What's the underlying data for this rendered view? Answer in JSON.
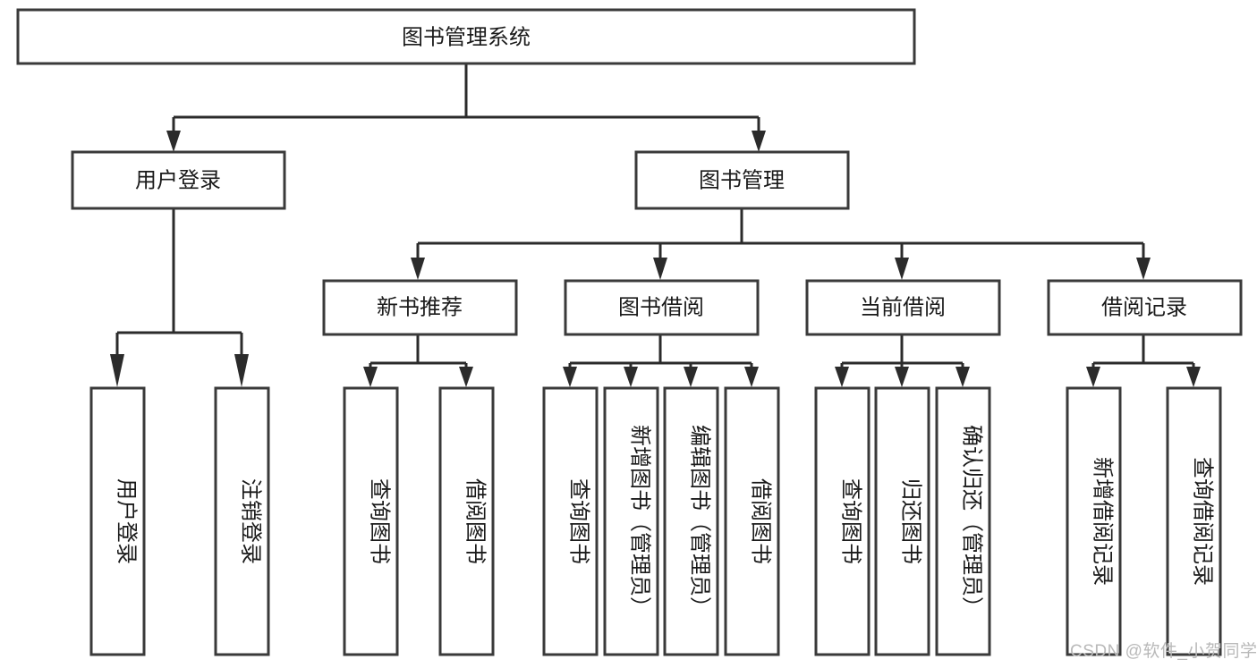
{
  "diagram": {
    "type": "tree",
    "title": "图书管理系统",
    "orientation": "top-down",
    "background_color": "#ffffff",
    "box_stroke_color": "#3a3a3a",
    "connector_color": "#2b2b2b",
    "text_color": "#1a1a1a"
  },
  "nodes": {
    "root": {
      "label": "图书管理系统",
      "level": 1,
      "orientation": "horizontal"
    },
    "l2": [
      {
        "id": "user-login",
        "label": "用户登录",
        "level": 2,
        "orientation": "horizontal"
      },
      {
        "id": "book-manage",
        "label": "图书管理",
        "level": 2,
        "orientation": "horizontal"
      }
    ],
    "l3": [
      {
        "id": "new-book-rec",
        "label": "新书推荐",
        "level": 3,
        "orientation": "horizontal"
      },
      {
        "id": "book-borrow",
        "label": "图书借阅",
        "level": 3,
        "orientation": "horizontal"
      },
      {
        "id": "current-borrow",
        "label": "当前借阅",
        "level": 3,
        "orientation": "horizontal"
      },
      {
        "id": "borrow-record",
        "label": "借阅记录",
        "level": 3,
        "orientation": "horizontal"
      }
    ],
    "leaves": [
      {
        "id": "leaf-user-login",
        "label": "用户登录",
        "parent": "user-login",
        "orientation": "vertical"
      },
      {
        "id": "leaf-user-logout",
        "label": "注销登录",
        "parent": "user-login",
        "orientation": "vertical"
      },
      {
        "id": "leaf-query-book-1",
        "label": "查询图书",
        "parent": "new-book-rec",
        "orientation": "vertical"
      },
      {
        "id": "leaf-borrow-book-1",
        "label": "借阅图书",
        "parent": "new-book-rec",
        "orientation": "vertical"
      },
      {
        "id": "leaf-query-book-2",
        "label": "查询图书",
        "parent": "book-borrow",
        "orientation": "vertical"
      },
      {
        "id": "leaf-add-book",
        "label": "新增图书（管理员）",
        "parent": "book-borrow",
        "orientation": "vertical"
      },
      {
        "id": "leaf-edit-book",
        "label": "编辑图书（管理员）",
        "parent": "book-borrow",
        "orientation": "vertical"
      },
      {
        "id": "leaf-borrow-book-2",
        "label": "借阅图书",
        "parent": "book-borrow",
        "orientation": "vertical"
      },
      {
        "id": "leaf-query-book-3",
        "label": "查询图书",
        "parent": "current-borrow",
        "orientation": "vertical"
      },
      {
        "id": "leaf-return-book",
        "label": "归还图书",
        "parent": "current-borrow",
        "orientation": "vertical"
      },
      {
        "id": "leaf-confirm-return",
        "label": "确认归还（管理员）",
        "parent": "current-borrow",
        "orientation": "vertical"
      },
      {
        "id": "leaf-add-record",
        "label": "新增借阅记录",
        "parent": "borrow-record",
        "orientation": "vertical"
      },
      {
        "id": "leaf-query-record",
        "label": "查询借阅记录",
        "parent": "borrow-record",
        "orientation": "vertical"
      }
    ]
  },
  "watermark": {
    "text": "CSDN @软件_小贺同学",
    "color": "#b9b9b9"
  }
}
